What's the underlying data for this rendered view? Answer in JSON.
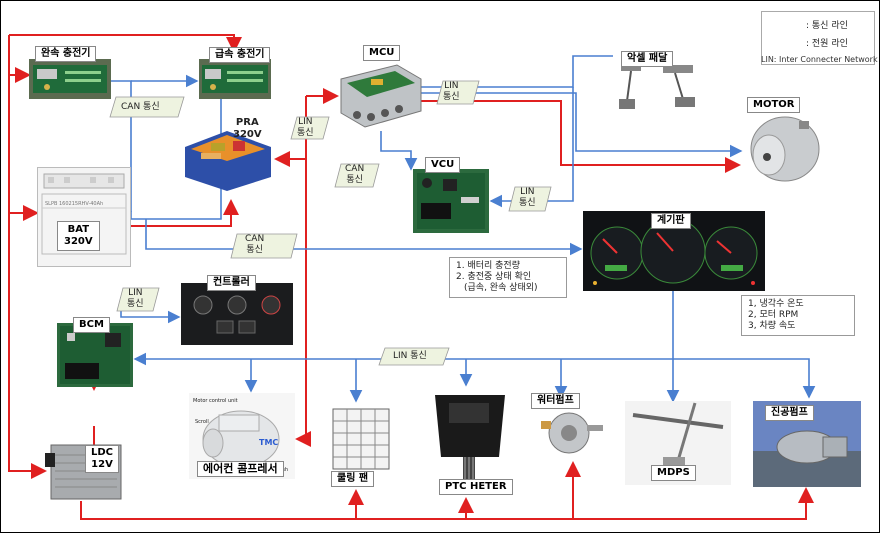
{
  "legend": {
    "comm_line": ": 통신 라인",
    "power_line": ": 전원 라인",
    "lin_note": "LIN: Inter Connecter Network",
    "comm_color": "#4a7fd0",
    "power_color": "#e02020"
  },
  "components": {
    "slow_charger": "완속 충전기",
    "fast_charger": "급속 충전기",
    "pra": "PRA",
    "pra_volt": "320V",
    "bat": "BAT",
    "bat_volt": "320V",
    "mcu": "MCU",
    "vcu": "VCU",
    "accel_pedal": "악셀 패달",
    "motor": "MOTOR",
    "cluster": "계기판",
    "controller": "컨트롤러",
    "bcm": "BCM",
    "ldc": "LDC",
    "ldc_volt": "12V",
    "ac_compressor": "에어컨 콤프레서",
    "cooling_fan": "쿨링 팬",
    "ptc_heater": "PTC HETER",
    "water_pump": "워터펌프",
    "mdps": "MDPS",
    "vacuum_pump": "진공펌프"
  },
  "compressor_detail": {
    "motor_control": "Motor control unit",
    "scroll": "Scroll",
    "brand": "TMC",
    "dc_brush": "DC brush"
  },
  "battery_detail": {
    "model": "SLPB 160215RHV-40Ah"
  },
  "comm_labels": {
    "can1": "CAN 통신",
    "lin_mcu_l1": "LIN",
    "lin_mcu_l2": "통신",
    "lin_pra_l1": "LIN",
    "lin_pra_l2": "통신",
    "can_vcu_l1": "CAN",
    "can_vcu_l2": "통신",
    "lin_vcu_l1": "LIN",
    "lin_vcu_l2": "통신",
    "can_bat_l1": "CAN",
    "can_bat_l2": "통신",
    "lin_bcm_l1": "LIN",
    "lin_bcm_l2": "통신",
    "lin_bus": "LIN 통신"
  },
  "notes": {
    "battery_info": [
      "1. 배터리 충전량",
      "2. 충전중 상태 확인",
      "(급속, 완속 상태외)"
    ],
    "cluster_info": [
      "1, 냉각수 온도",
      "2, 모터 RPM",
      "3, 차량 속도"
    ]
  }
}
